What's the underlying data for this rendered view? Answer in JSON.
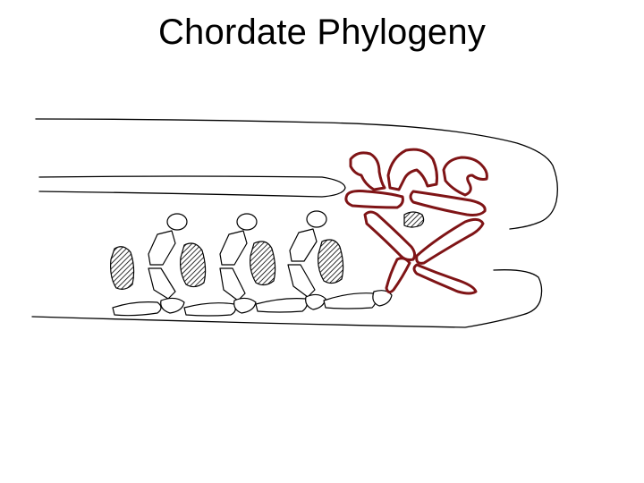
{
  "slide": {
    "title": "Chordate Phylogeny"
  },
  "colors": {
    "background": "#ffffff",
    "outline": "#000000",
    "highlight": "#7f1416"
  },
  "diagram": {
    "description_shapes": "skull-and-vertebrae-schematic",
    "highlight_icon": "skull-bones-highlight"
  }
}
